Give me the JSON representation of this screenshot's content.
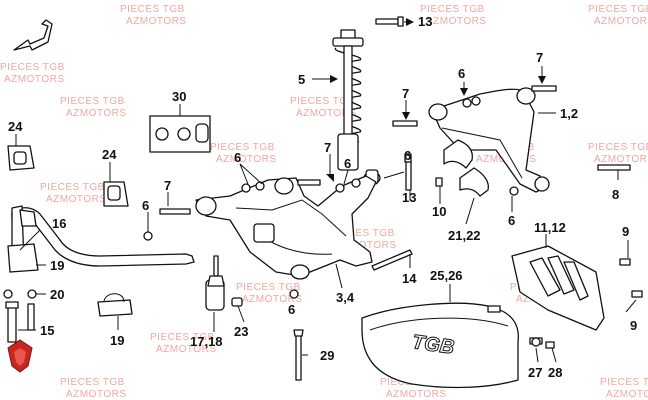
{
  "watermark": {
    "line1": "PIECES TGB",
    "line2": "AZMOTORS"
  },
  "brand_logo_text": "TGB",
  "colors": {
    "watermark": "#f2a7a0",
    "logo_red": "#c8261e",
    "ink": "#111111"
  },
  "icons": [
    "direction-arrow-icon",
    "azmotors-logo-icon"
  ],
  "part_labels": [
    {
      "id": "l13a",
      "text": "13"
    },
    {
      "id": "l5",
      "text": "5"
    },
    {
      "id": "l6a",
      "text": "6"
    },
    {
      "id": "l7a",
      "text": "7"
    },
    {
      "id": "l7b",
      "text": "7"
    },
    {
      "id": "l12a",
      "text": "1,2"
    },
    {
      "id": "l30",
      "text": "30"
    },
    {
      "id": "l24a",
      "text": "24"
    },
    {
      "id": "l24b",
      "text": "24"
    },
    {
      "id": "l6b",
      "text": "6"
    },
    {
      "id": "l7c",
      "text": "7"
    },
    {
      "id": "l6c",
      "text": "6"
    },
    {
      "id": "l7d",
      "text": "7"
    },
    {
      "id": "l6d",
      "text": "6"
    },
    {
      "id": "l8",
      "text": "8"
    },
    {
      "id": "l13b",
      "text": "13"
    },
    {
      "id": "l10",
      "text": "10"
    },
    {
      "id": "l6e",
      "text": "6"
    },
    {
      "id": "l6f",
      "text": "6"
    },
    {
      "id": "l2122",
      "text": "21,22"
    },
    {
      "id": "l16",
      "text": "16"
    },
    {
      "id": "l19a",
      "text": "19"
    },
    {
      "id": "l1112",
      "text": "11,12"
    },
    {
      "id": "l9a",
      "text": "9"
    },
    {
      "id": "l14",
      "text": "14"
    },
    {
      "id": "l20",
      "text": "20"
    },
    {
      "id": "l2526",
      "text": "25,26"
    },
    {
      "id": "l15",
      "text": "15"
    },
    {
      "id": "l34",
      "text": "3,4"
    },
    {
      "id": "l9b",
      "text": "9"
    },
    {
      "id": "l6g",
      "text": "6"
    },
    {
      "id": "l23",
      "text": "23"
    },
    {
      "id": "l1718",
      "text": "17,18"
    },
    {
      "id": "l19b",
      "text": "19"
    },
    {
      "id": "l29",
      "text": "29"
    },
    {
      "id": "l27",
      "text": "27"
    },
    {
      "id": "l28",
      "text": "28"
    }
  ]
}
